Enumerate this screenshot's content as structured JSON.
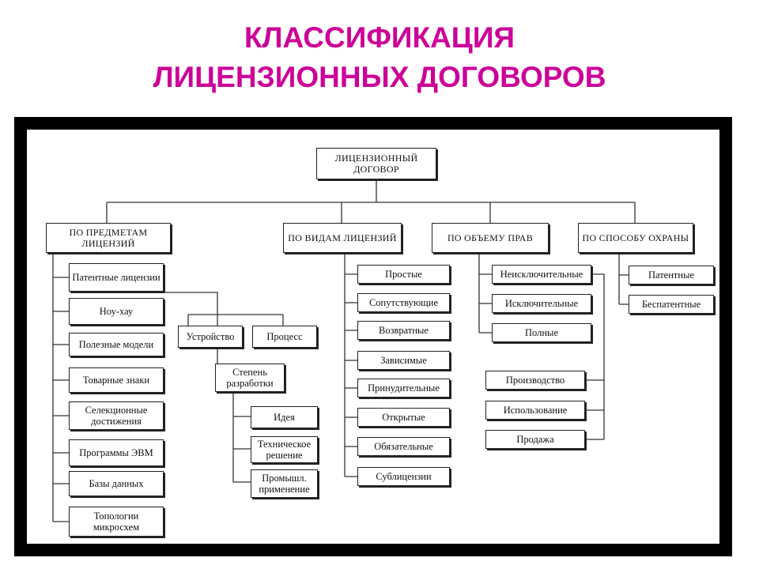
{
  "title": {
    "line1": "КЛАССИФИКАЦИЯ",
    "line2": "ЛИЦЕНЗИОННЫХ ДОГОВОРОВ"
  },
  "root": "ЛИЦЕНЗИОННЫЙ ДОГОВОР",
  "categories": [
    {
      "label": "ПО ПРЕДМЕТАМ ЛИЦЕНЗИЙ",
      "items": [
        "Патентные лицензии",
        "Ноу-хау",
        "Полезные модели",
        "Товарные знаки",
        "Селекционные достижения",
        "Программы ЭВМ",
        "Базы данных",
        "Топологии микросхем"
      ]
    },
    {
      "label": "ПО ВИДАМ ЛИЦЕНЗИЙ",
      "items": [
        "Простые",
        "Сопутствующие",
        "Возвратные",
        "Зависимые",
        "Принудительные",
        "Открытые",
        "Обязательные",
        "Сублицензии"
      ]
    },
    {
      "label": "ПО ОБЪЕМУ ПРАВ",
      "items": [
        "Неисключительные",
        "Исключительные",
        "Полные"
      ],
      "extra": [
        "Производство",
        "Использование",
        "Продажа"
      ]
    },
    {
      "label": "ПО СПОСОБУ ОХРАНЫ",
      "items": [
        "Патентные",
        "Беспатентные"
      ]
    }
  ],
  "knowhow": {
    "device": "Устройство",
    "process": "Процесс",
    "stage": "Степень разработки",
    "stages": [
      "Идея",
      "Техническое решение",
      "Промышл. применение"
    ]
  }
}
